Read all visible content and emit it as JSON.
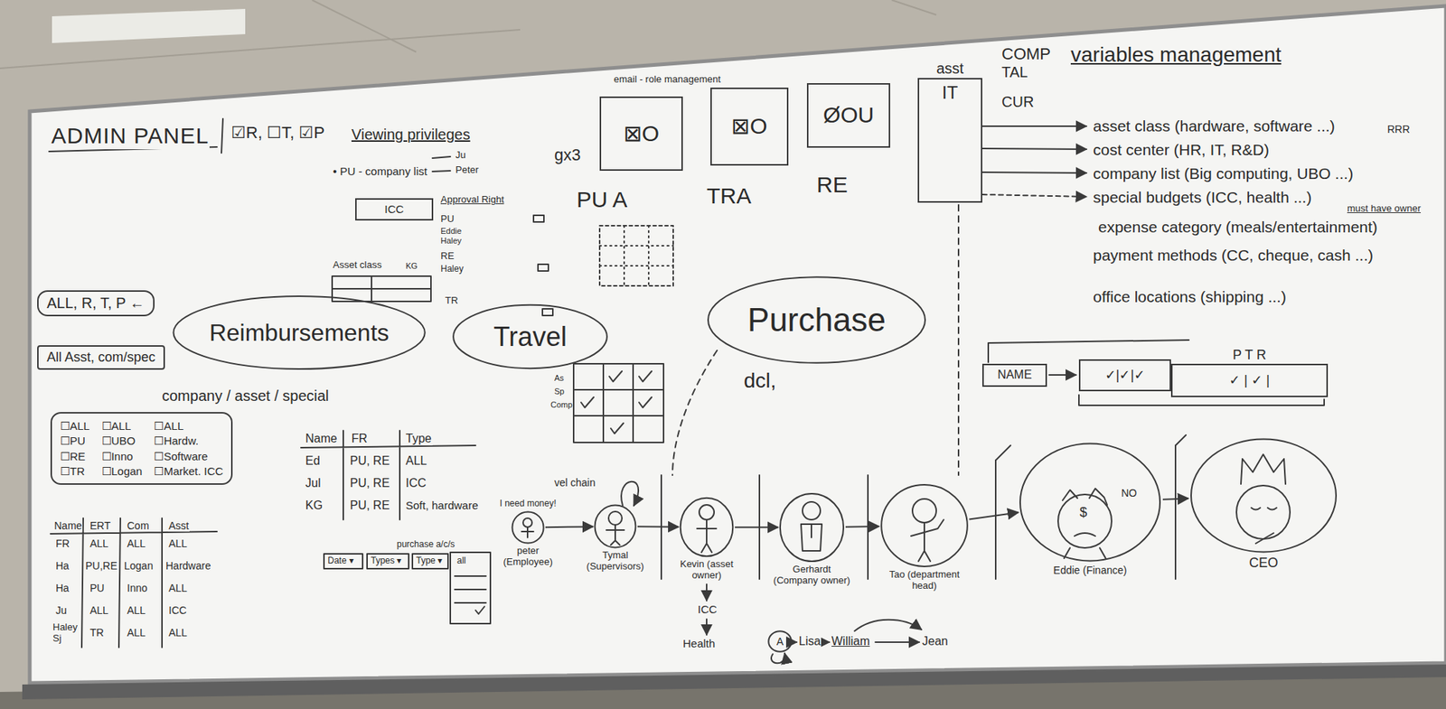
{
  "diagram": {
    "title": "ADMIN PANEL",
    "nodes": [
      {
        "text": [
          "ALL, R, T, P ←"
        ]
      },
      {
        "text": [
          "All Asst, com/spec"
        ]
      },
      {
        "text": [
          "Reimbursements"
        ]
      },
      {
        "text": [
          "Travel"
        ]
      },
      {
        "text": [
          "Purchase"
        ]
      },
      {
        "text": [
          "☐ALL",
          "☐PU",
          "☐RE",
          "☐TR",
          "☐ALL",
          "☐UBO",
          "☐Inno",
          "☐Logan",
          "☐ALL",
          "☐Hardw.",
          "☐Software",
          "☐Market. ICC"
        ]
      },
      {
        "text": [
          "ICC"
        ]
      },
      {
        "text": [
          "⊠O"
        ]
      },
      {
        "text": [
          "⊠O"
        ]
      },
      {
        "text": [
          "ØOU"
        ]
      },
      {
        "text": [
          "asst",
          "IT"
        ]
      },
      {
        "text": [
          "NAME"
        ]
      },
      {
        "text": [
          "✓|✓|✓"
        ]
      },
      {
        "text": [
          "P T R",
          "✓ | ✓ |"
        ]
      },
      {
        "text": [
          "I need money!",
          "peter (Employee)"
        ]
      },
      {
        "text": [
          "Tymal (Supervisors)"
        ]
      },
      {
        "text": [
          "Kevin (asset owner)"
        ]
      },
      {
        "text": [
          "Gerhardt (Company owner)"
        ]
      },
      {
        "text": [
          "Tao (department head)"
        ]
      },
      {
        "text": [
          "Eddie (Finance)"
        ]
      },
      {
        "text": [
          "CEO"
        ]
      },
      {
        "text": [
          "A"
        ]
      }
    ],
    "edges": [
      {
        "from": 14,
        "to": 15,
        "arrow": "to"
      },
      {
        "from": 15,
        "to": 16,
        "arrow": "to"
      },
      {
        "from": 16,
        "to": 17,
        "arrow": "to"
      },
      {
        "from": 17,
        "to": 18,
        "arrow": "to"
      },
      {
        "from": 18,
        "to": 19,
        "arrow": "to"
      },
      {
        "from": 19,
        "to": 20,
        "arrow": "to"
      }
    ],
    "labels": [
      "☑R, ☐T, ☑P",
      "Viewing privileges",
      "• PU - company list",
      "Ju",
      "Peter",
      "email - role management",
      "gx3",
      "PU A",
      "TRA",
      "RE",
      "COMP",
      "variables management",
      "TAL",
      "CUR",
      "asset class (hardware, software ...)",
      "RRR",
      "cost center (HR, IT, R&D)",
      "company list (Big computing, UBO ...)",
      "special budgets (ICC, health ...)",
      "must have owner",
      "expense category (meals/entertainment)",
      "payment methods (CC, cheque, cash ...)",
      "office locations (shipping ...)",
      "Approval Right",
      "PU",
      "Eddie Haley",
      "RE",
      "Haley",
      "TR",
      "Asset class",
      "KG",
      "dcl,",
      "company / asset / special",
      "As",
      "Sp",
      "Comp",
      "vel chain",
      "Name",
      "FR",
      "Type",
      "Ed",
      "PU, RE",
      "ALL",
      "Jul",
      "PU, RE",
      "ICC",
      "KG",
      "PU, RE",
      "Soft, hardware",
      "purchase a/c/s",
      "Date ▾",
      "Types ▾",
      "Type ▾",
      "all",
      "Name",
      "ERT",
      "Com",
      "Asst",
      "FR",
      "ALL",
      "ALL",
      "ALL",
      "Ha",
      "PU,RE",
      "Logan",
      "Hardware",
      "Ha",
      "PU",
      "Inno",
      "ALL",
      "Ju",
      "ALL",
      "ALL",
      "ICC",
      "Haley Sj",
      "TR",
      "ALL",
      "ALL",
      "ICC",
      "Health",
      "Lisa",
      "William",
      "Jean",
      "$",
      "NO"
    ]
  }
}
